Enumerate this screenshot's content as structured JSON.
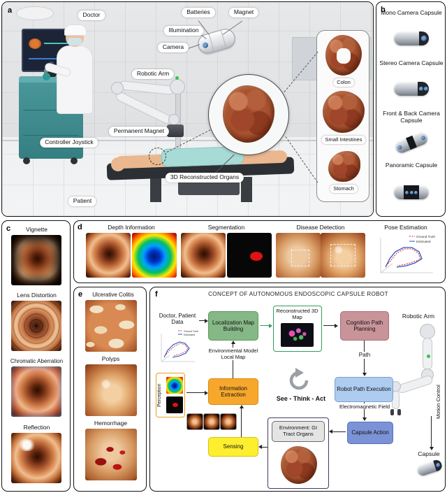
{
  "panel_a": {
    "tag": "a",
    "labels": {
      "doctor": "Doctor",
      "batteries": "Batteries",
      "magnet": "Magnet",
      "illumination": "Illumination",
      "camera": "Camera",
      "robotic_arm": "Robotic Arm",
      "permanent_magnet": "Permanent Magnet",
      "controller_joystick": "Controller Joystick",
      "patient": "Patient",
      "colon": "Colon",
      "small_intestines": "Small Intestines",
      "stomach": "Stomach",
      "reconstructed_organs": "3D Reconstructed Organs"
    }
  },
  "panel_b": {
    "tag": "b",
    "items": [
      {
        "label": "Mono Camera Capsule"
      },
      {
        "label": "Stereo Camera Capsule"
      },
      {
        "label": "Front & Back Camera Capsule"
      },
      {
        "label": "Panoramic Capsule"
      }
    ]
  },
  "panel_c": {
    "tag": "c",
    "items": [
      {
        "label": "Vignette"
      },
      {
        "label": "Lens Distortion"
      },
      {
        "label": "Chromatic Aberration"
      },
      {
        "label": "Reflection"
      }
    ]
  },
  "panel_d": {
    "tag": "d",
    "sections": [
      {
        "label": "Depth Information"
      },
      {
        "label": "Segmentation"
      },
      {
        "label": "Disease Detection"
      },
      {
        "label": "Pose Estimation"
      }
    ],
    "legend": {
      "ground_truth": "Ground Truth",
      "estimated": "Estimated"
    }
  },
  "panel_e": {
    "tag": "e",
    "items": [
      {
        "label": "Ulcerative Colitis"
      },
      {
        "label": "Polyps"
      },
      {
        "label": "Hemorrhage"
      }
    ]
  },
  "panel_f": {
    "tag": "f",
    "title": "CONCEPT OF AUTONOMOUS ENDOSCOPIC CAPSULE ROBOT",
    "nodes": {
      "doctor_patient_data": "Doctor, Patient Data",
      "localization_map_building": "Localization Map Building",
      "reconstructed_3d_map": "Reconstructed 3D Map",
      "cognition_path_planning": "Cognition Path Planning",
      "robotic_arm": "Robotic Arm",
      "environmental_model": "Environmental Model Local Map",
      "information_extraction": "Information Extraction",
      "perception": "Perception",
      "sensing": "Sensing",
      "see_think_act": "See - Think - Act",
      "path": "Path",
      "robot_path_execution": "Robot Path Execution",
      "electromagnetic_field": "Electromagnetic Field",
      "capsule_action": "Capsule Action",
      "environment_gi_tract": "Environment: GI Tract Organs",
      "motion_control": "Motion Control",
      "capsule": "Capsule"
    },
    "colors": {
      "localization_bg": "#86b786",
      "map_border": "#2e9e5b",
      "cognition_bg": "#c9939a",
      "information_bg": "#f7a82c",
      "sensing_bg": "#fdee2f",
      "execution_bg": "#aecbf0",
      "action_bg": "#7b93d6",
      "environment_bg": "#e4e4e4"
    }
  }
}
